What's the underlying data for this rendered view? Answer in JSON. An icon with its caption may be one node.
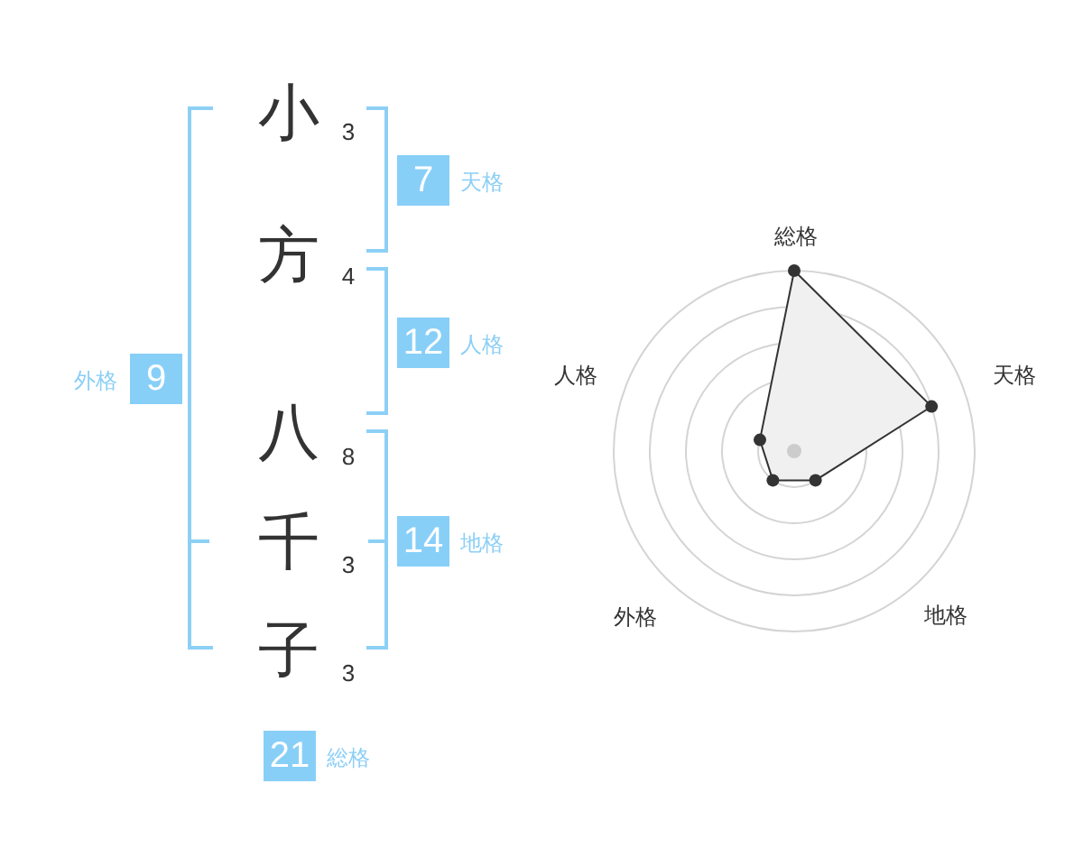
{
  "diagram": {
    "nodes": [
      {
        "text": [
          "7"
        ],
        "beside": [
          "天格"
        ]
      },
      {
        "text": [
          "12"
        ],
        "beside": [
          "人格"
        ]
      },
      {
        "text": [
          "9"
        ],
        "beside": [
          "外格"
        ]
      },
      {
        "text": [
          "14"
        ],
        "beside": [
          "地格"
        ]
      },
      {
        "text": [
          "21"
        ],
        "beside": [
          "総格"
        ]
      }
    ],
    "labels": [
      "小",
      "3",
      "方",
      "4",
      "八",
      "8",
      "千",
      "3",
      "子",
      "3",
      "総格",
      "人格",
      "天格",
      "外格",
      "地格"
    ]
  }
}
